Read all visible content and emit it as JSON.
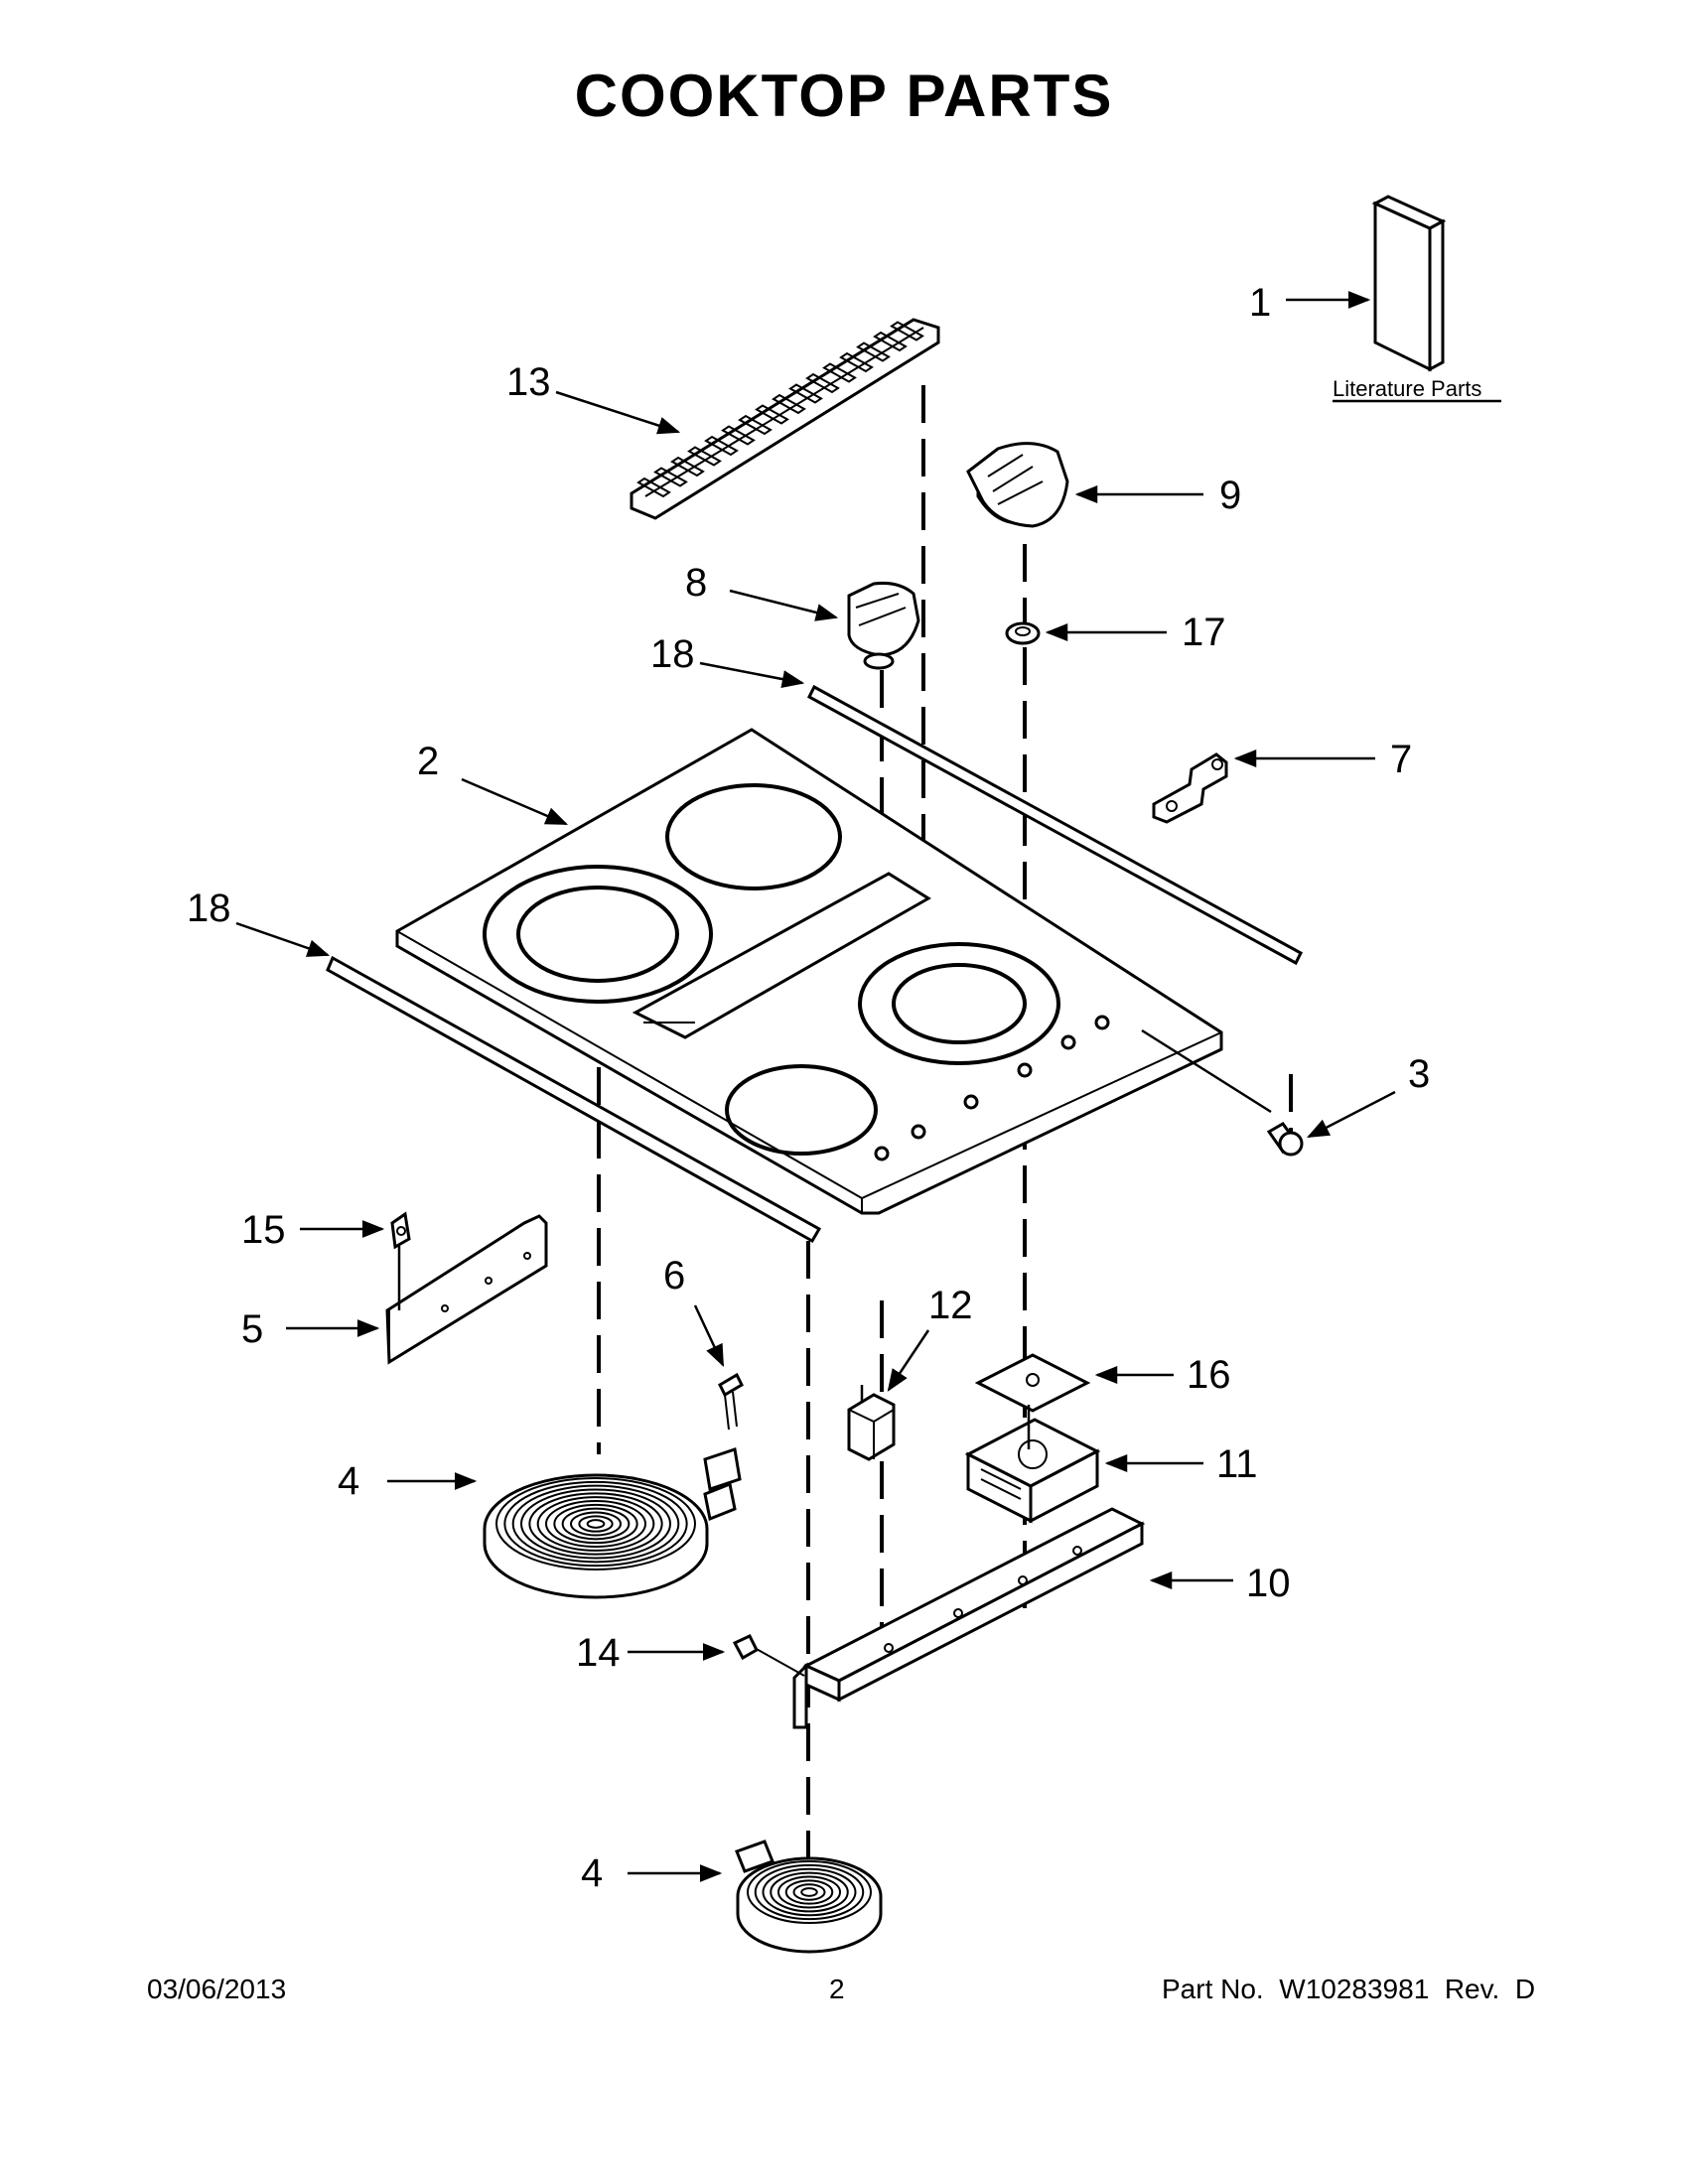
{
  "title": "COOKTOP PARTS",
  "literature_label": "Literature Parts",
  "callouts": [
    "1",
    "2",
    "3",
    "4",
    "4",
    "5",
    "6",
    "7",
    "8",
    "9",
    "10",
    "11",
    "12",
    "13",
    "14",
    "15",
    "16",
    "17",
    "18",
    "18"
  ],
  "footer": {
    "date": "03/06/2013",
    "page": "2",
    "part_no": "Part No.  W10283981  Rev.  D"
  }
}
